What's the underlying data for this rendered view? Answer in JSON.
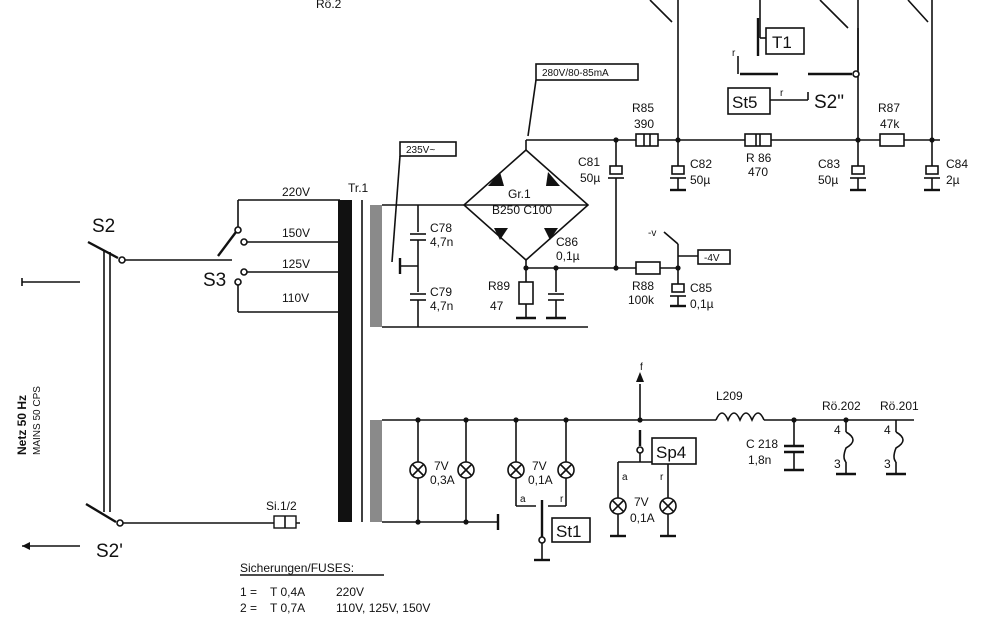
{
  "top_label": "Rö.2",
  "mains": {
    "label_1": "Netz  50 Hz",
    "label_2": "MAINS  50 CPS"
  },
  "switches": {
    "s2": "S2",
    "s2_prime": "S2'",
    "s3": "S3",
    "s2_dbl": "S2\""
  },
  "taps": [
    "220V",
    "150V",
    "125V",
    "110V"
  ],
  "transformer": "Tr.1",
  "fuse": "Si.1/2",
  "callouts": {
    "ac_voltage": "235V~",
    "dc_voltage": "280V/80-85mA",
    "neg_voltage": "-4V",
    "neg_symbol": "-v"
  },
  "rectifier": {
    "name": "Gr.1",
    "type": "B250 C100"
  },
  "components": {
    "c78": {
      "name": "C78",
      "value": "4,7n"
    },
    "c79": {
      "name": "C79",
      "value": "4,7n"
    },
    "c81": {
      "name": "C81",
      "value": "50µ"
    },
    "c82": {
      "name": "C82",
      "value": "50µ"
    },
    "c83": {
      "name": "C83",
      "value": "50µ"
    },
    "c84": {
      "name": "C84",
      "value": "2µ"
    },
    "c85": {
      "name": "C85",
      "value": "0,1µ"
    },
    "c86": {
      "name": "C86",
      "value": "0,1µ"
    },
    "c218": {
      "name": "C 218",
      "value": "1,8n"
    },
    "r85": {
      "name": "R85",
      "value": "390"
    },
    "r86": {
      "name": "R 86",
      "value": "470"
    },
    "r87": {
      "name": "R87",
      "value": "47k"
    },
    "r88": {
      "name": "R88",
      "value": "100k"
    },
    "r89": {
      "name": "R89",
      "value": "47"
    },
    "l209": {
      "name": "L209"
    }
  },
  "boxes": {
    "t1": "T1",
    "st5": "St5",
    "st1": "St1",
    "sp4": "Sp4"
  },
  "contacts": {
    "r": "r",
    "a": "a",
    "f": "f"
  },
  "lamps": {
    "group1": {
      "v": "7V",
      "a": "0,3A"
    },
    "group2": {
      "v": "7V",
      "a": "0,1A"
    },
    "group3": {
      "v": "7V",
      "a": "0,1A"
    }
  },
  "tubes": {
    "ro202": "Rö.202",
    "ro201": "Rö.201",
    "pin4": "4",
    "pin3": "3"
  },
  "fuses_table": {
    "title": "Sicherungen/FUSES:",
    "rows": [
      {
        "num": "1 =",
        "type": "T 0,4A",
        "volt": "220V"
      },
      {
        "num": "2 =",
        "type": "T 0,7A",
        "volt": "110V, 125V, 150V"
      }
    ]
  }
}
